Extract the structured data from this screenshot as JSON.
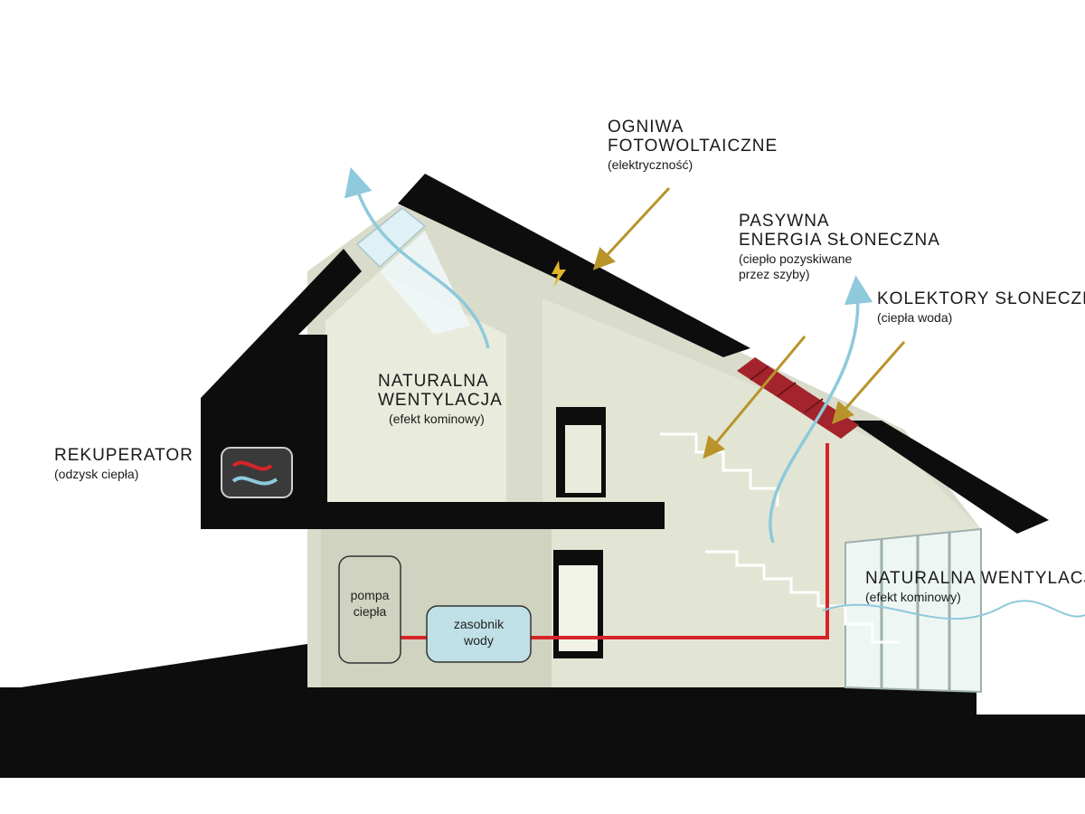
{
  "labels": {
    "pv": {
      "title1": "OGNIWA",
      "title2": "FOTOWOLTAICZNE",
      "sub": "(elektryczność)"
    },
    "passive": {
      "title1": "PASYWNA",
      "title2": "ENERGIA SŁONECZNA",
      "sub1": "(ciepło pozyskiwane",
      "sub2": "przez szyby)"
    },
    "collectors": {
      "title": "KOLEKTORY SŁONECZNE",
      "sub": "(ciepła woda)"
    },
    "vent_upper": {
      "title1": "NATURALNA",
      "title2": "WENTYLACJA",
      "sub": "(efekt kominowy)"
    },
    "recuperator": {
      "title": "REKUPERATOR",
      "sub": "(odzysk ciepła)"
    },
    "vent_lower": {
      "title": "NATURALNA WENTYLACJA",
      "sub": "(efekt kominowy)"
    }
  },
  "equipment": {
    "heat_pump": {
      "line1": "pompa",
      "line2": "ciepła"
    },
    "water_tank": {
      "line1": "zasobnik",
      "line2": "wody"
    }
  },
  "colors": {
    "structure": "#0d0d0d",
    "interior": "#d9dccb",
    "interior_light": "#e9ebdc",
    "glass": "#dff1f5",
    "sun_arrow": "#b8942a",
    "air_arrow": "#8ec9dc",
    "pipe": "#d8232a",
    "collector": "#a3242c"
  }
}
